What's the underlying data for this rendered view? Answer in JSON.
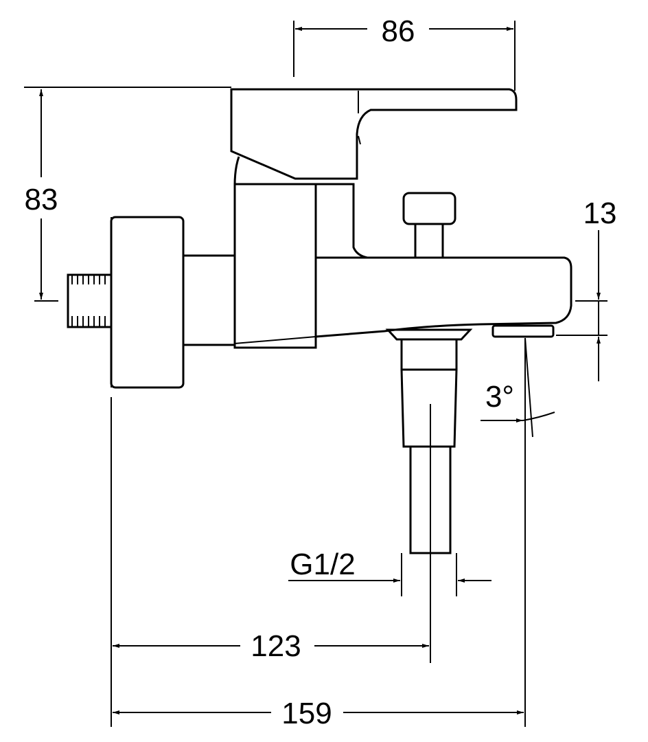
{
  "dimensions": {
    "top_width": "86",
    "height": "83",
    "right_offset": "13",
    "angle": "3°",
    "thread": "G1/2",
    "outlet_distance": "123",
    "total_length": "159"
  },
  "colors": {
    "stroke": "#000000",
    "background": "#ffffff"
  }
}
